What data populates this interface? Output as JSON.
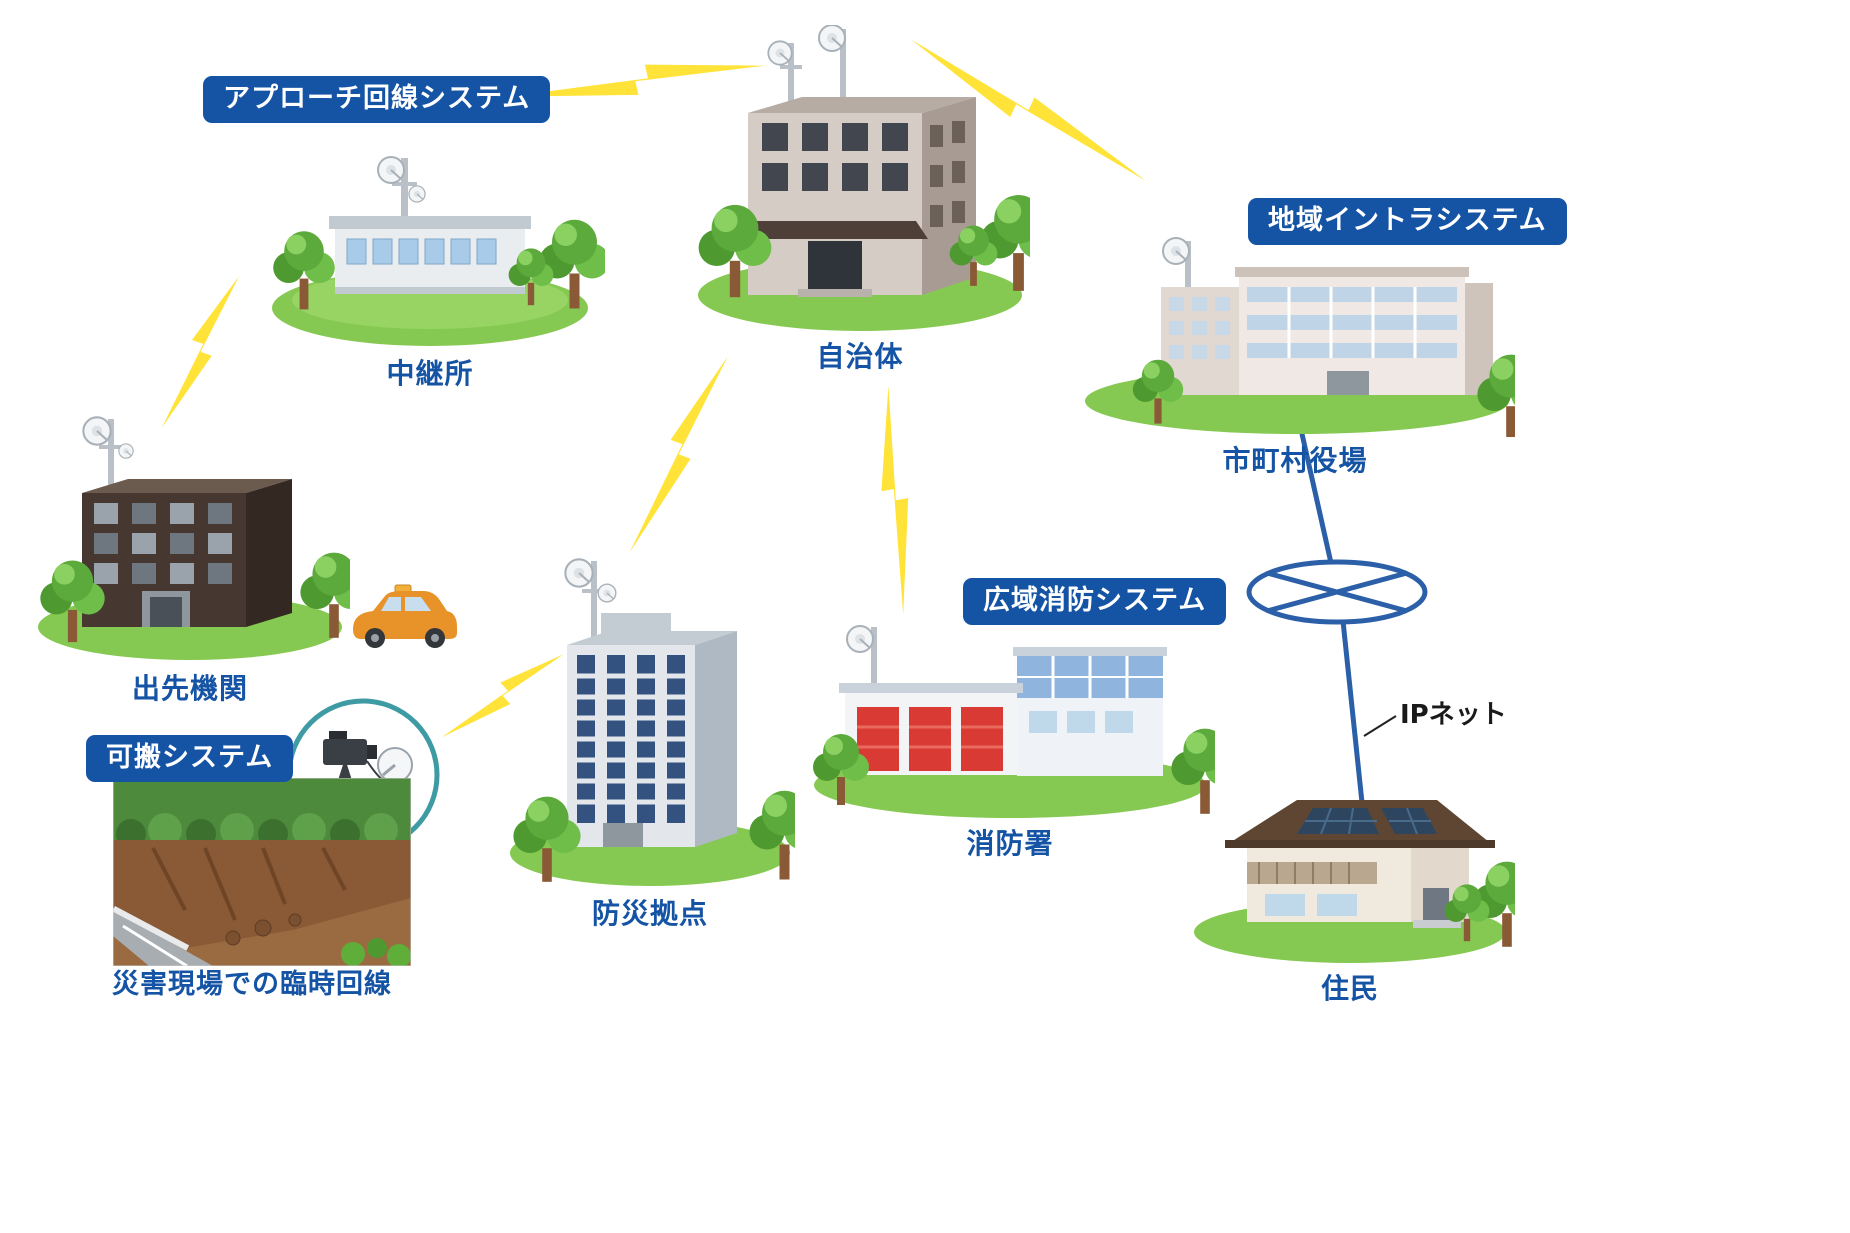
{
  "badges": [
    {
      "id": "approach",
      "label": "アプローチ回線システム"
    },
    {
      "id": "intra",
      "label": "地域イントラシステム"
    },
    {
      "id": "fire",
      "label": "広域消防システム"
    },
    {
      "id": "portable",
      "label": "可搬システム"
    }
  ],
  "nodes": {
    "relay": {
      "label": "中継所"
    },
    "municipality": {
      "label": "自治体"
    },
    "city_office": {
      "label": "市町村役場"
    },
    "branch_office": {
      "label": "出先機関"
    },
    "disaster_base": {
      "label": "防災拠点"
    },
    "fire_station": {
      "label": "消防署"
    },
    "residents": {
      "label": "住民"
    }
  },
  "captions": {
    "disaster_site": "災害現場での臨時回線",
    "ip_net": "IPネット"
  },
  "colors": {
    "badge_bg": "#1553A4",
    "label_text": "#1553A4",
    "lightning": "#FFE338",
    "network_line": "#2B5FA8",
    "ground": "#86C952"
  }
}
